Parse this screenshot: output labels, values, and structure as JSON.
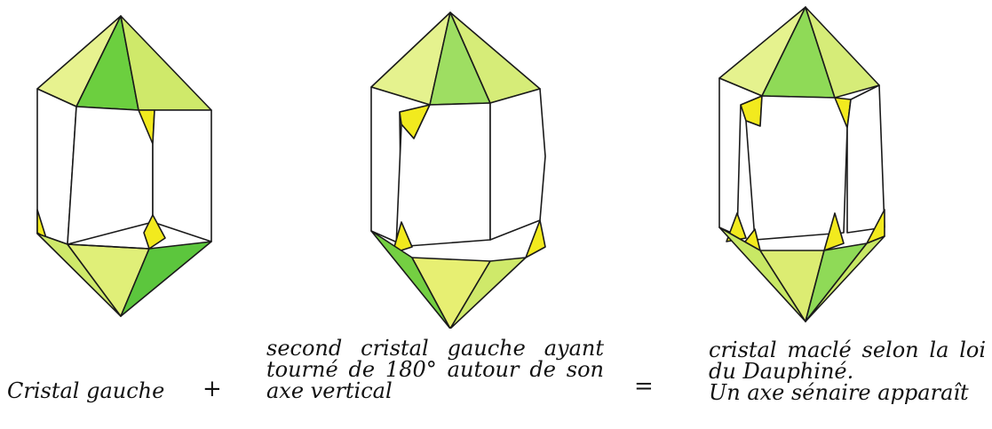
{
  "labels": {
    "left": "Cristal gauche",
    "plus": "+",
    "middle": "second cristal gauche ayant tourné de 180° autour de son axe vertical",
    "equals": "=",
    "right_line1": "cristal maclé selon la loi",
    "right_line2": "du Dauphiné.",
    "right_line3": "Un axe sénaire apparaît"
  },
  "colors": {
    "stroke": "#1a1a1a",
    "green": "#7fd44a",
    "dark_green": "#52c03a",
    "yellow_green": "#cfe96a",
    "yellow": "#f2ea1e",
    "light": "#e3f2a0"
  }
}
